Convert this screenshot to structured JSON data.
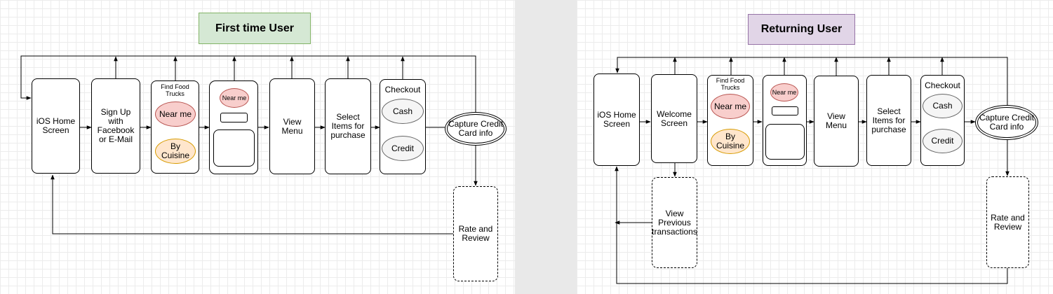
{
  "first_time": {
    "title": "First time User",
    "ios_home": "iOS Home Screen",
    "signup": "Sign Up with Facebook or E-Mail",
    "find_trucks": "Find Food Trucks",
    "near_me": "Near me",
    "by_cuisine": "By Cuisine",
    "near_me_small": "Near me",
    "view_menu": "View Menu",
    "select_items": "Select Items for purchase",
    "checkout": "Checkout",
    "cash": "Cash",
    "credit": "Credit",
    "capture": "Capture Credit Card info",
    "rate": "Rate and Review"
  },
  "returning": {
    "title": "Returning User",
    "ios_home": "iOS Home Screen",
    "welcome": "Welcome Screen",
    "find_trucks": "Find Food Trucks",
    "near_me": "Near me",
    "by_cuisine": "By Cuisine",
    "near_me_small": "Near me",
    "view_menu": "View Menu",
    "select_items": "Select Items for purchase",
    "checkout": "Checkout",
    "cash": "Cash",
    "credit": "Credit",
    "capture": "Capture Credit Card info",
    "previous": "View Previous transactions",
    "rate": "Rate and Review"
  },
  "colors": {
    "first_title_fill": "#d5e8d4",
    "first_title_border": "#82b366",
    "returning_title_fill": "#e1d5e7",
    "returning_title_border": "#9673a6",
    "near_fill": "#f8cecc",
    "cuisine_fill": "#ffe6cc",
    "pay_fill": "#f5f5f5"
  }
}
